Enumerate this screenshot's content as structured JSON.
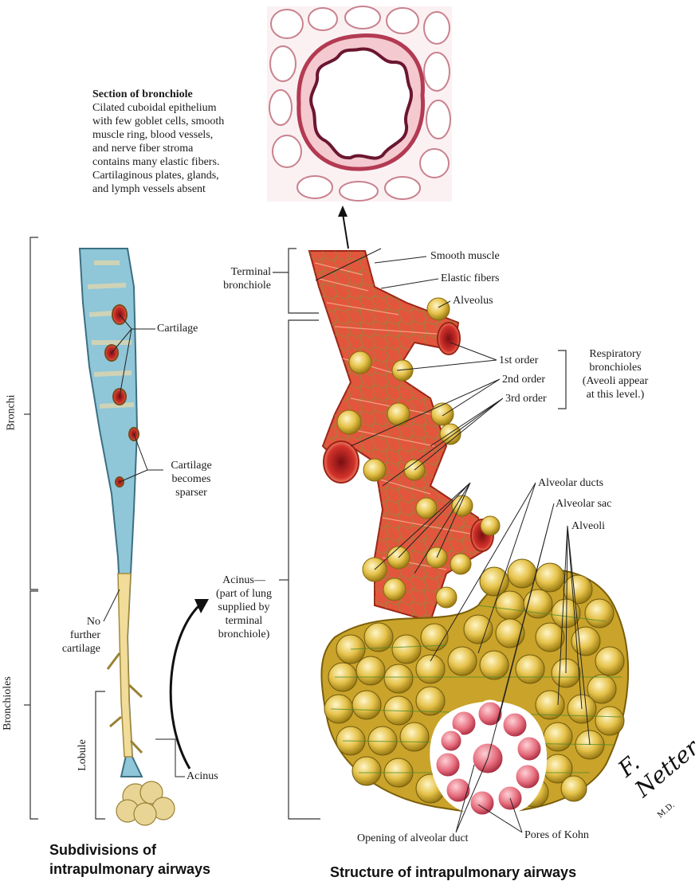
{
  "section": {
    "title": "Section of bronchiole",
    "body": "Cilated cuboidal epithelium\nwith few goblet cells, smooth\nmuscle ring, blood vessels,\nand nerve fiber stroma\ncontains many elastic fibers.\nCartilaginous plates, glands,\nand lymph vessels absent"
  },
  "left": {
    "bronchi": "Bronchi",
    "bronchioles": "Bronchioles",
    "lobule": "Lobule",
    "cartilage": "Cartilage",
    "cartilage_sparser": "Cartilage\nbecomes\nsparser",
    "no_cartilage": "No\nfurther\ncartilage",
    "acinus": "Acinus",
    "caption": "Subdivisions of\nintrapulmonary airways"
  },
  "right": {
    "terminal_bronchiole": "Terminal\nbronchiole",
    "smooth_muscle": "Smooth muscle",
    "elastic_fibers": "Elastic fibers",
    "alveolus": "Alveolus",
    "first_order": "1st order",
    "second_order": "2nd order",
    "third_order": "3rd order",
    "respiratory": "Respiratory\nbronchioles\n(Aveoli appear\nat this level.)",
    "acinus": "Acinus—\n(part of lung\nsupplied by\nterminal\nbronchiole)",
    "alveolar_ducts": "Alveolar ducts",
    "alveolar_sac": "Alveolar sac",
    "alveoli": "Alveoli",
    "opening": "Opening of alveolar duct",
    "pores": "Pores of Kohn",
    "caption": "Structure of intrapulmonary airways"
  },
  "signature": "F. Netter",
  "signature_suffix": "M.D."
}
